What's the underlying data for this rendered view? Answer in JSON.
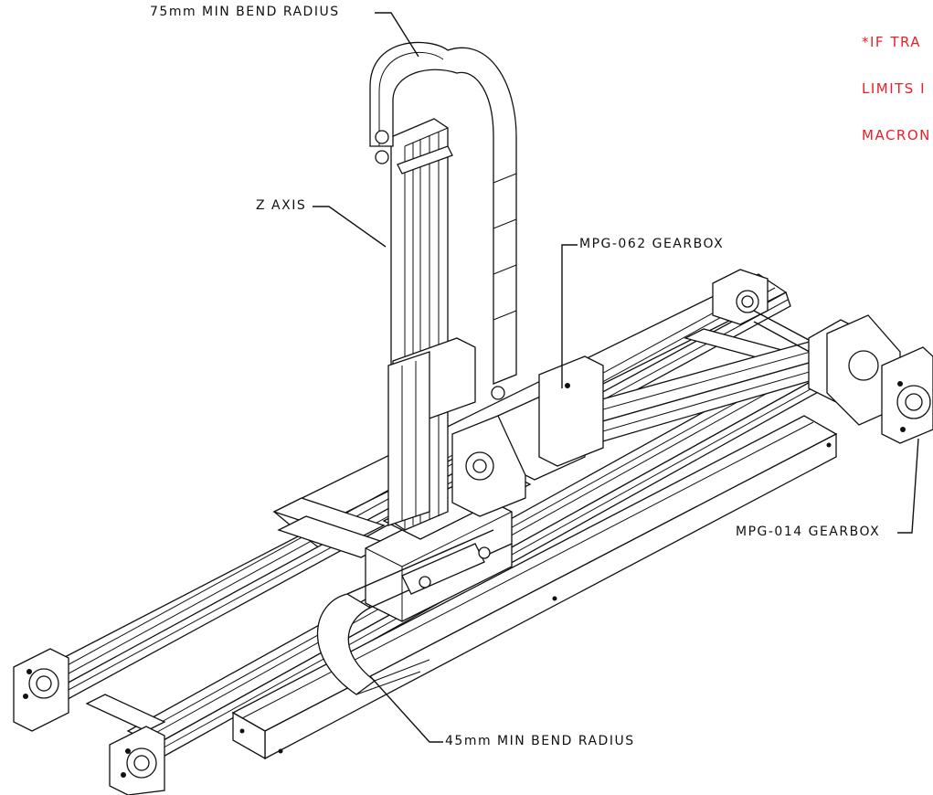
{
  "labels": {
    "top_chain": "75mm MIN BEND RADIUS",
    "z_axis": "Z AXIS",
    "gearbox_top": "MPG-062 GEARBOX",
    "gearbox_right": "MPG-014 GEARBOX",
    "bottom_chain": "45mm MIN BEND RADIUS"
  },
  "note": {
    "line1": "*IF TRA",
    "line2": "LIMITS I",
    "line3": "MACRON",
    "color": "#e8202a"
  },
  "colors": {
    "line": "#111111",
    "background": "#ffffff"
  }
}
